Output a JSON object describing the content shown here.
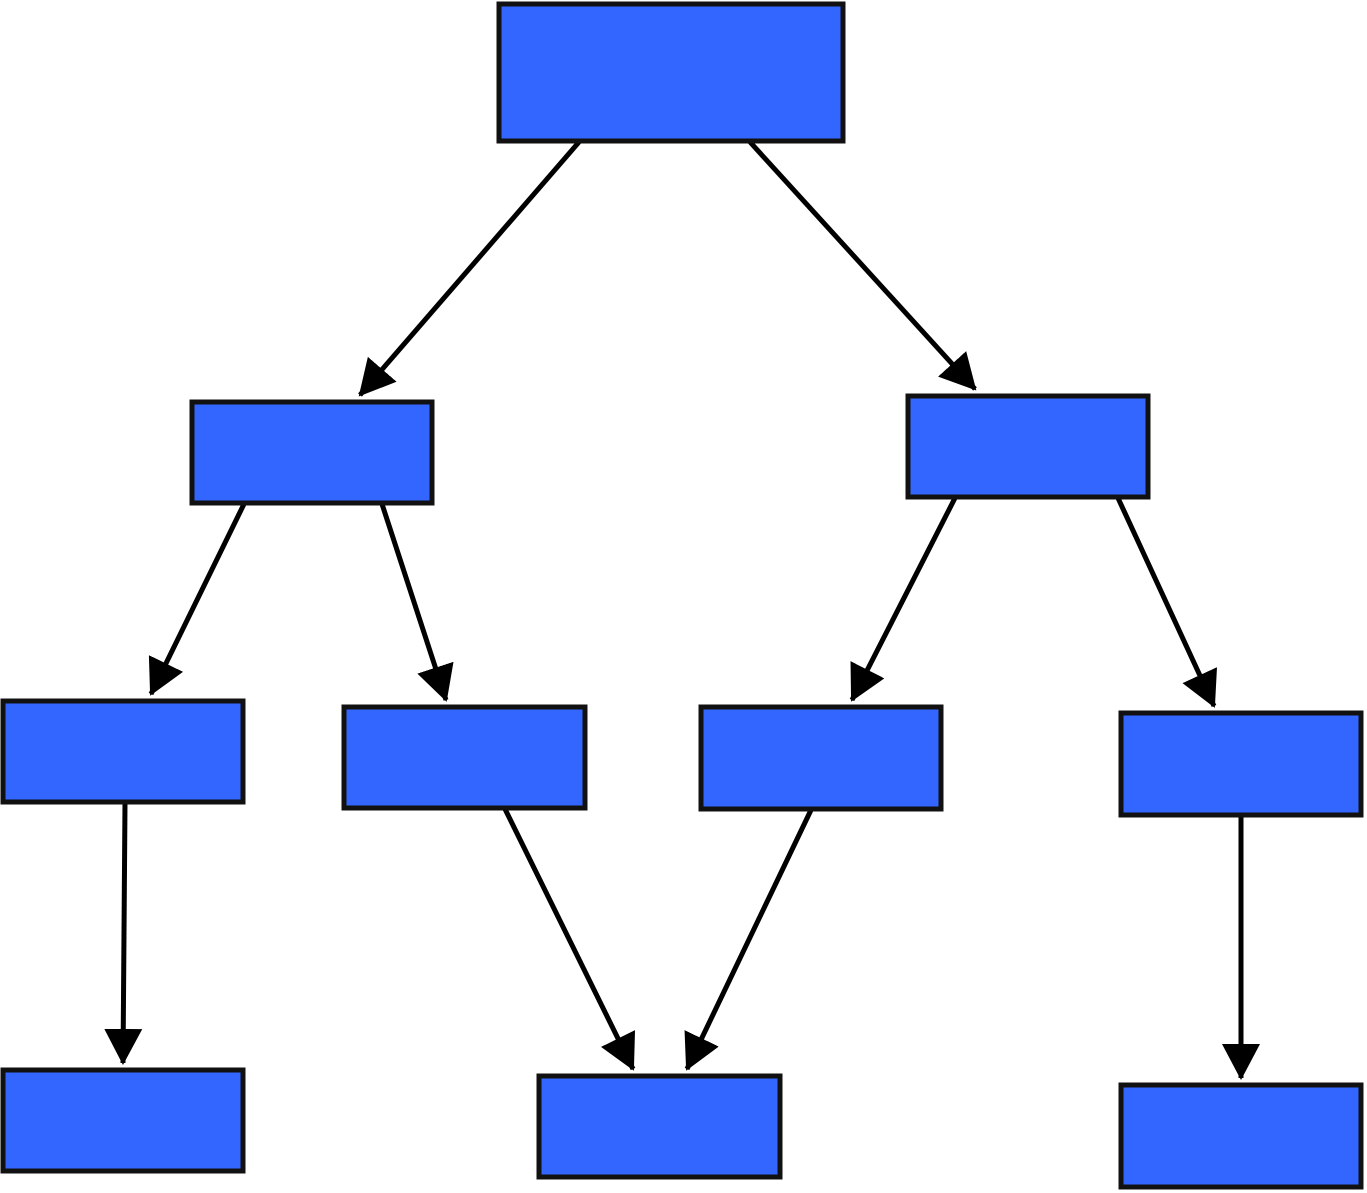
{
  "diagram": {
    "type": "directed-tree",
    "colors": {
      "node_fill": "#3366ff",
      "node_stroke": "#111111",
      "edge": "#000000",
      "background": "#ffffff"
    },
    "nodes": [
      {
        "id": "root",
        "label": ""
      },
      {
        "id": "left-mid",
        "label": ""
      },
      {
        "id": "right-mid",
        "label": ""
      },
      {
        "id": "left-left",
        "label": ""
      },
      {
        "id": "left-right",
        "label": ""
      },
      {
        "id": "right-left",
        "label": ""
      },
      {
        "id": "right-right",
        "label": ""
      },
      {
        "id": "bottom-left",
        "label": ""
      },
      {
        "id": "bottom-center",
        "label": ""
      },
      {
        "id": "bottom-right",
        "label": ""
      }
    ],
    "edges": [
      {
        "from": "root",
        "to": "left-mid"
      },
      {
        "from": "root",
        "to": "right-mid"
      },
      {
        "from": "left-mid",
        "to": "left-left"
      },
      {
        "from": "left-mid",
        "to": "left-right"
      },
      {
        "from": "right-mid",
        "to": "right-left"
      },
      {
        "from": "right-mid",
        "to": "right-right"
      },
      {
        "from": "left-left",
        "to": "bottom-left"
      },
      {
        "from": "left-right",
        "to": "bottom-center"
      },
      {
        "from": "right-left",
        "to": "bottom-center"
      },
      {
        "from": "right-right",
        "to": "bottom-right"
      }
    ]
  }
}
